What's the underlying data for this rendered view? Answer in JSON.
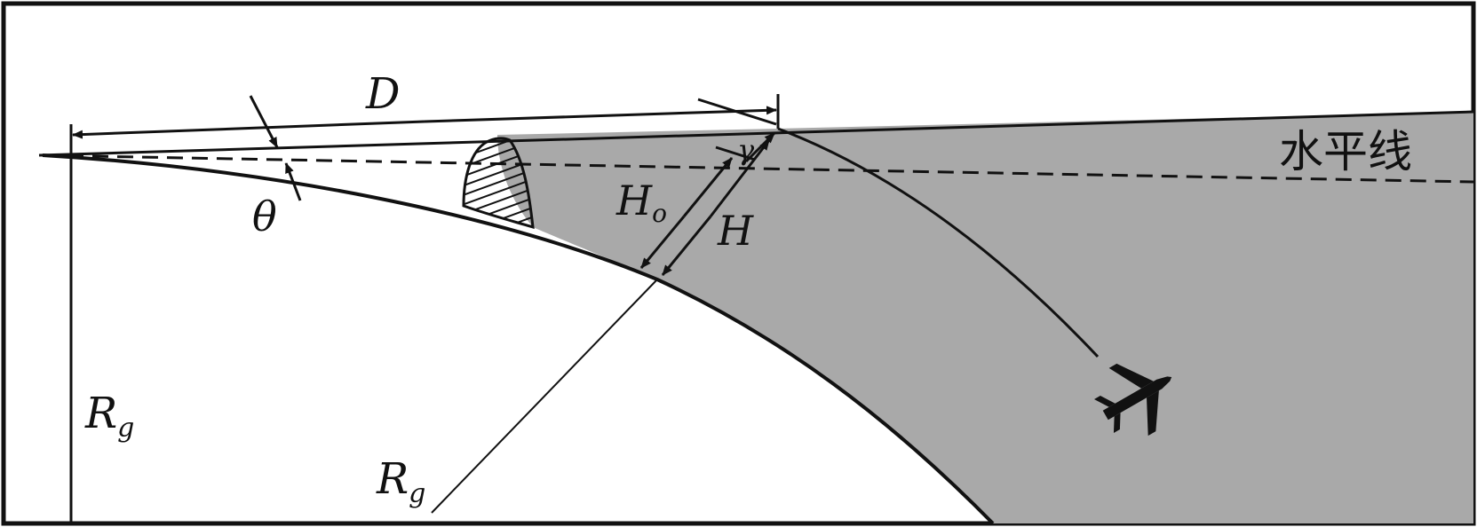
{
  "labels": {
    "D": "D",
    "theta": "θ",
    "gamma": "γ",
    "H0": "H",
    "H0_sub": "o",
    "H": "H",
    "Rg_left": "R",
    "Rg_left_sub": "g",
    "Rg_bottom": "R",
    "Rg_bottom_sub": "g",
    "horizon": "水平线"
  },
  "colors": {
    "shade": "#a9a9a9",
    "ink": "#111111",
    "background": "#ffffff"
  },
  "icons": {
    "aircraft": "airplane-icon"
  }
}
